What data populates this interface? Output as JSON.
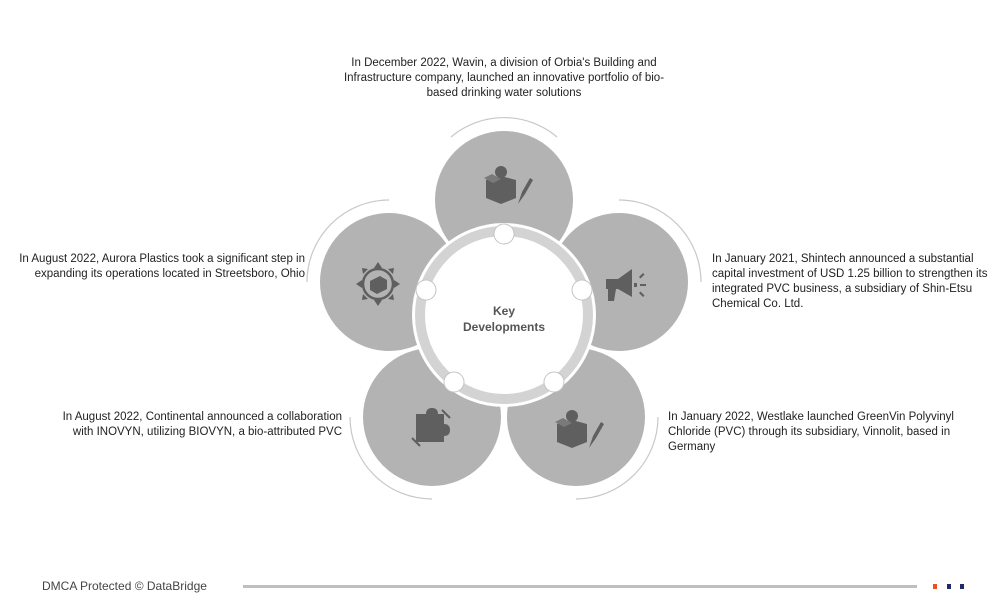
{
  "center_label": "Key Developments",
  "center_line1": "Key",
  "center_line2": "Developments",
  "developments": [
    {
      "position": "top",
      "icon": "idea-box-pencil-icon",
      "text": "In December 2022, Wavin, a division of Orbia's Building and Infrastructure company, launched an innovative portfolio of bio-based drinking water solutions"
    },
    {
      "position": "left",
      "icon": "expansion-box-arrows-icon",
      "text": "In August 2022, Aurora Plastics took a significant step in expanding its operations located in Streetsboro, Ohio"
    },
    {
      "position": "right",
      "icon": "megaphone-icon",
      "text": "In January 2021, Shintech announced a substantial capital investment of USD 1.25 billion to strengthen its integrated PVC business, a subsidiary of Shin-Etsu Chemical Co. Ltd."
    },
    {
      "position": "bottom-left",
      "icon": "puzzle-collaboration-icon",
      "text": "In August 2022, Continental announced a collaboration with INOVYN, utilizing BIOVYN, a bio-attributed PVC"
    },
    {
      "position": "bottom-right",
      "icon": "idea-box-pencil-icon",
      "text": "In January 2022, Westlake launched GreenVin Polyvinyl Chloride (PVC) through its subsidiary, Vinnolit, based in Germany"
    }
  ],
  "footer": {
    "text": "DMCA Protected © DataBridge"
  },
  "colors": {
    "circle": "#b3b3b3",
    "ring": "#d3d3d3",
    "icon": "#5f5f5f",
    "accent_orange": "#e8541e",
    "accent_navy": "#1f2a6b"
  }
}
